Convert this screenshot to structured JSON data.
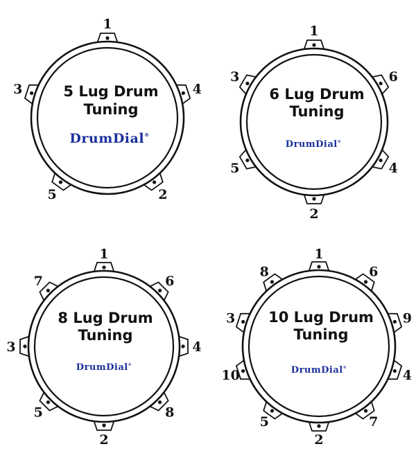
{
  "colors": {
    "brand": "#1a2f9c",
    "ink": "#111111",
    "background": "#ffffff"
  },
  "brand_name": "DrumDial",
  "brand_mark": "®",
  "drums": [
    {
      "lugs": 5,
      "title_line1": "5 Lug Drum",
      "title_line2": "Tuning",
      "lug_labels": [
        "1",
        "4",
        "2",
        "5",
        "3"
      ]
    },
    {
      "lugs": 6,
      "title_line1": "6 Lug Drum",
      "title_line2": "Tuning",
      "lug_labels": [
        "1",
        "6",
        "4",
        "2",
        "5",
        "3"
      ]
    },
    {
      "lugs": 8,
      "title_line1": "8 Lug Drum",
      "title_line2": "Tuning",
      "lug_labels": [
        "1",
        "6",
        "4",
        "8",
        "2",
        "5",
        "3",
        "7"
      ]
    },
    {
      "lugs": 10,
      "title_line1": "10 Lug Drum",
      "title_line2": "Tuning",
      "lug_labels": [
        "1",
        "6",
        "9",
        "4",
        "7",
        "2",
        "5",
        "10",
        "3",
        "8"
      ]
    }
  ]
}
